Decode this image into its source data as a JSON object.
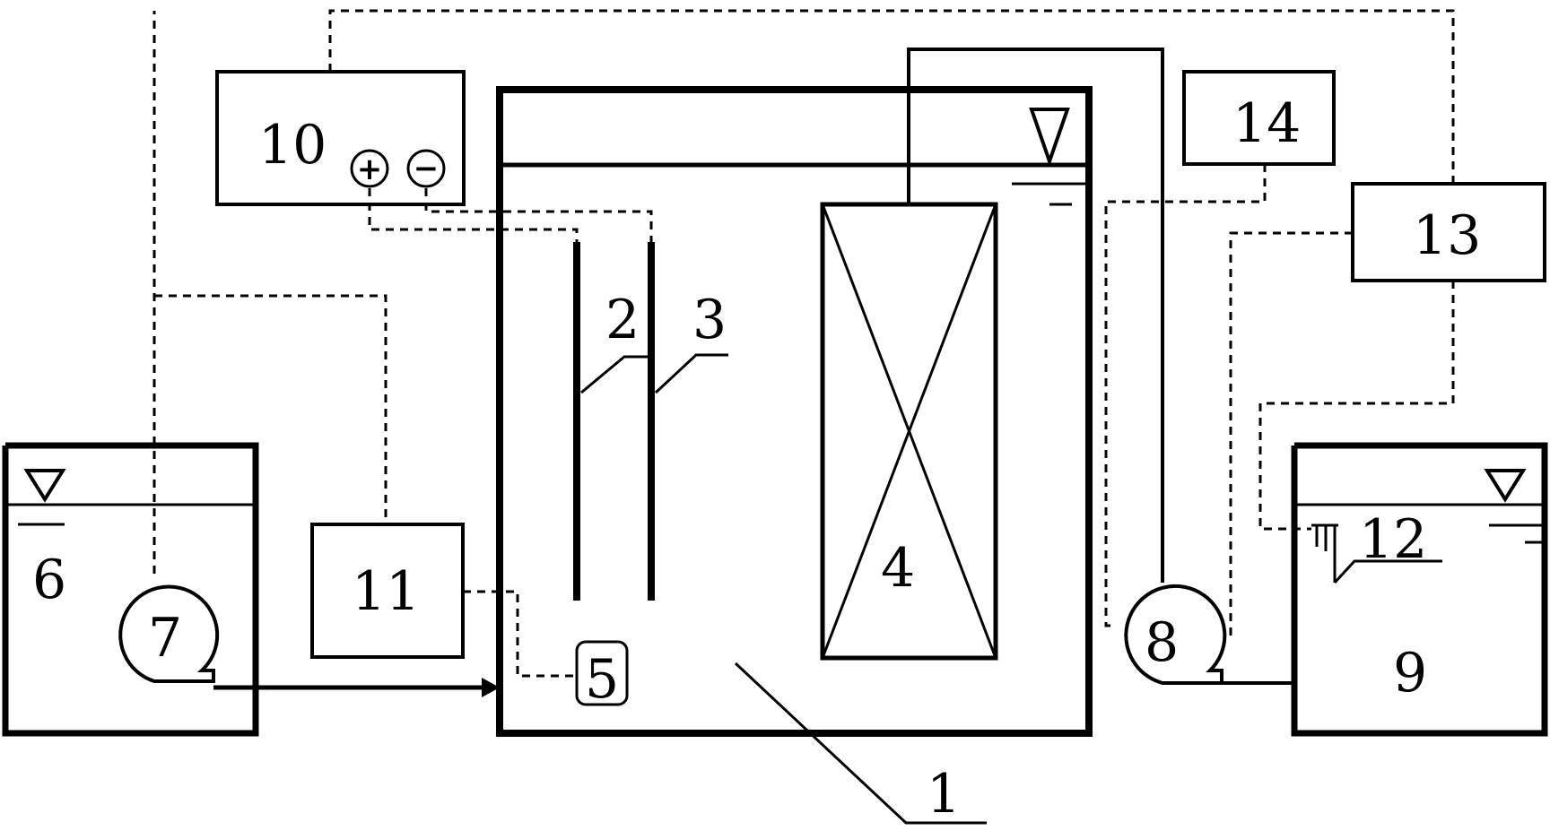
{
  "diagram": {
    "labels": {
      "reactor": "1",
      "anode": "2",
      "cathode": "3",
      "membrane_module": "4",
      "sensor_5": "5",
      "feed_tank": "6",
      "feed_pump": "7",
      "suction_pump": "8",
      "permeate_tank": "9",
      "power_supply": "10",
      "controller_11": "11",
      "level_sensor": "12",
      "controller_13": "13",
      "controller_14": "14"
    },
    "symbols": {
      "positive": "+",
      "negative": "−"
    }
  }
}
